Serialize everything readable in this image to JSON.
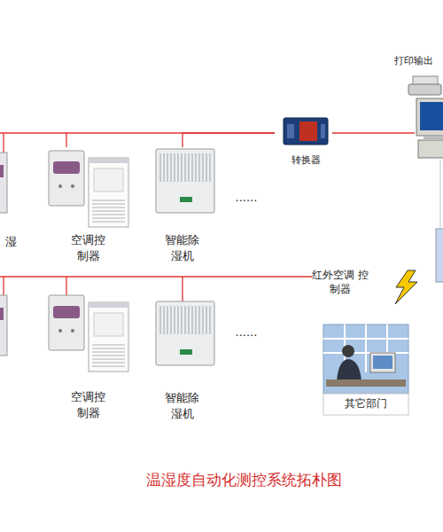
{
  "diagram": {
    "caption": "温湿度自动化测控系统拓朴图",
    "nodes": [
      {
        "text": [
          "空调控 制器"
        ]
      },
      {
        "text": [
          "智能除 湿机"
        ]
      },
      {
        "text": [
          "转换器"
        ]
      },
      {
        "text": [
          "打印输出"
        ]
      },
      {
        "text": [
          "空调控 制器"
        ]
      },
      {
        "text": [
          "智能除 湿机"
        ]
      },
      {
        "text": [
          "其它部门"
        ]
      }
    ],
    "edges": [
      {
        "from": 0,
        "to": 2,
        "arrow": "none"
      },
      {
        "from": 1,
        "to": 2,
        "arrow": "none"
      }
    ],
    "labels": [
      "湿",
      "......",
      "......",
      "红外空调 控制器"
    ]
  }
}
